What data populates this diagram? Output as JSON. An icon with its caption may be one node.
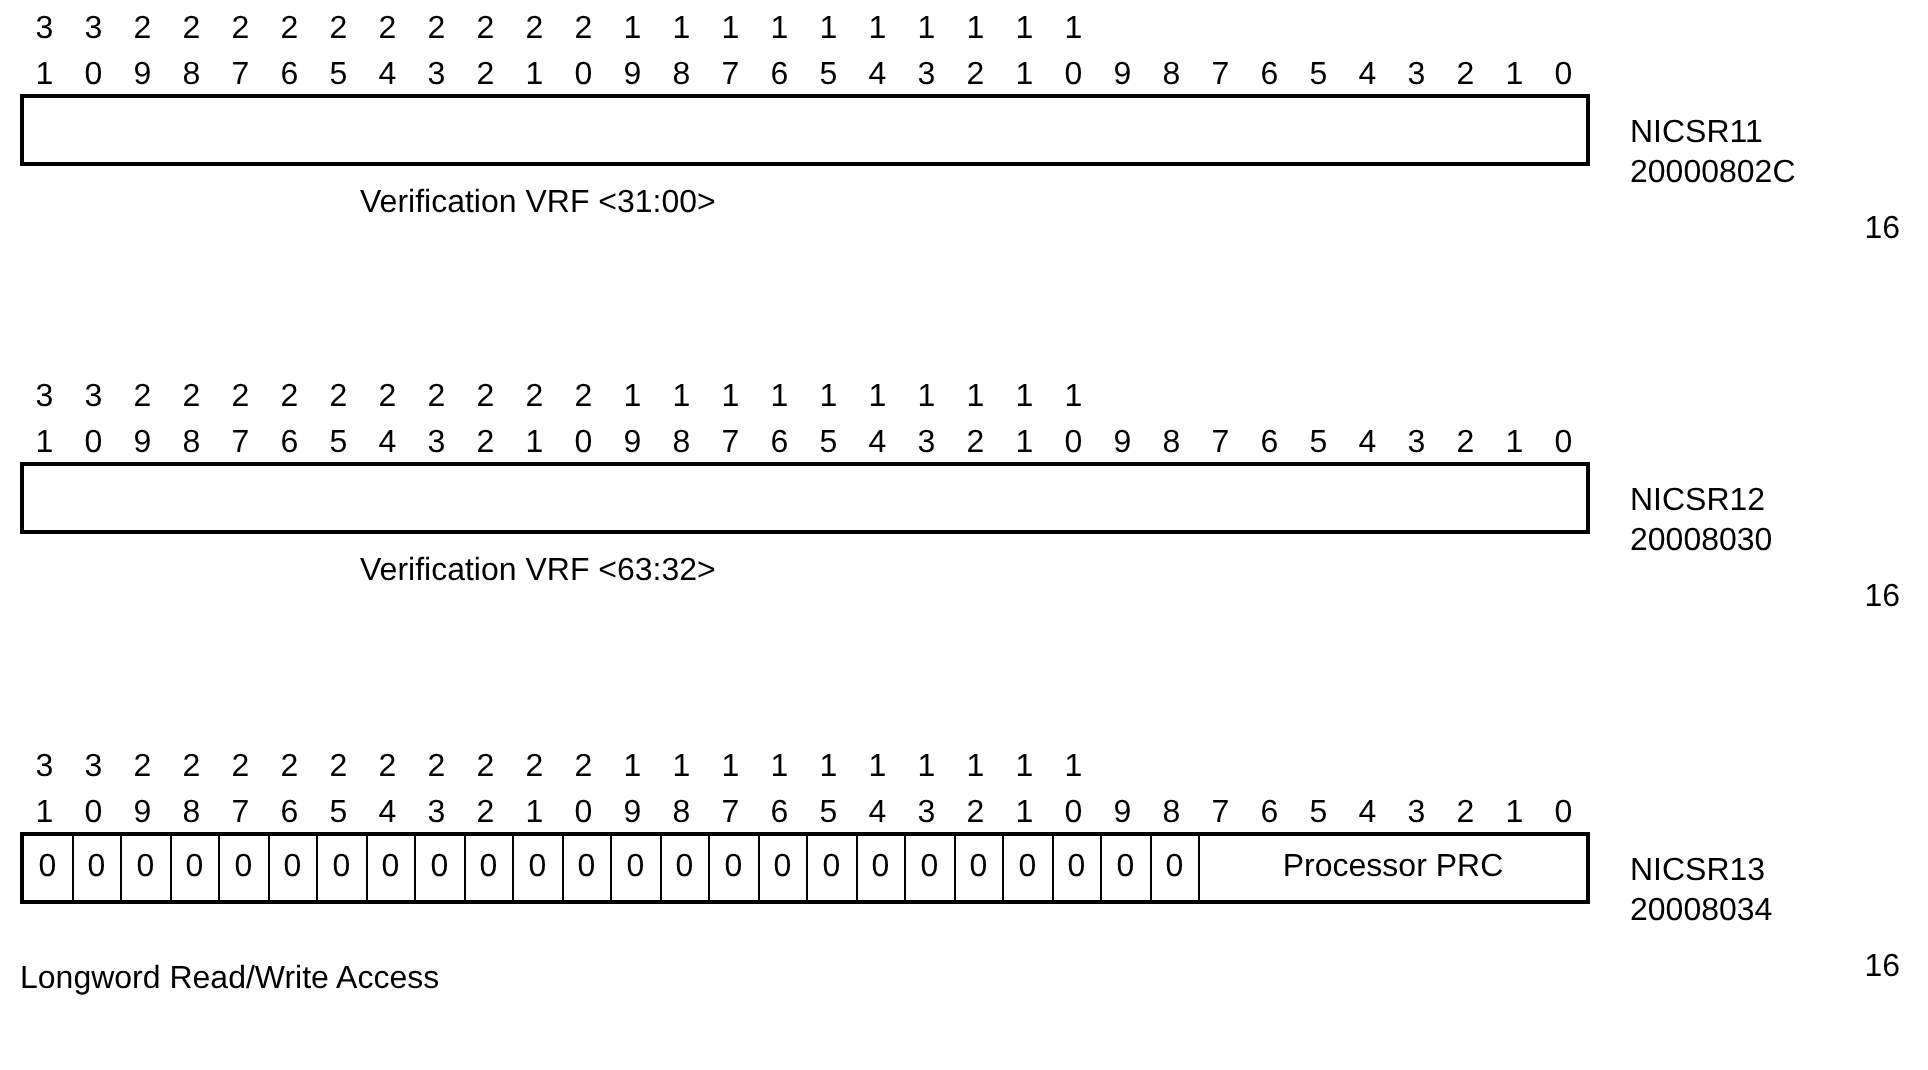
{
  "diagram": {
    "caption": "Longword Read/Write Access",
    "nodes": [
      {
        "text": [],
        "shape": "box",
        "beside": [
          "NICSR11",
          "20000802C",
          "Verification VRF <31:00>",
          "16"
        ]
      },
      {
        "text": [],
        "shape": "box",
        "beside": [
          "NICSR12",
          "20008030",
          "Verification VRF <63:32>",
          "16"
        ]
      },
      {
        "text": [],
        "shape": "box",
        "beside": [
          "NICSR13",
          "20008034",
          "16"
        ]
      },
      {
        "text": [
          "0"
        ],
        "in": 2
      },
      {
        "text": [
          "0"
        ],
        "in": 2
      },
      {
        "text": [
          "0"
        ],
        "in": 2
      },
      {
        "text": [
          "0"
        ],
        "in": 2
      },
      {
        "text": [
          "0"
        ],
        "in": 2
      },
      {
        "text": [
          "0"
        ],
        "in": 2
      },
      {
        "text": [
          "0"
        ],
        "in": 2
      },
      {
        "text": [
          "0"
        ],
        "in": 2
      },
      {
        "text": [
          "0"
        ],
        "in": 2
      },
      {
        "text": [
          "0"
        ],
        "in": 2
      },
      {
        "text": [
          "0"
        ],
        "in": 2
      },
      {
        "text": [
          "0"
        ],
        "in": 2
      },
      {
        "text": [
          "0"
        ],
        "in": 2
      },
      {
        "text": [
          "0"
        ],
        "in": 2
      },
      {
        "text": [
          "0"
        ],
        "in": 2
      },
      {
        "text": [
          "0"
        ],
        "in": 2
      },
      {
        "text": [
          "0"
        ],
        "in": 2
      },
      {
        "text": [
          "0"
        ],
        "in": 2
      },
      {
        "text": [
          "0"
        ],
        "in": 2
      },
      {
        "text": [
          "0"
        ],
        "in": 2
      },
      {
        "text": [
          "0"
        ],
        "in": 2
      },
      {
        "text": [
          "0"
        ],
        "in": 2
      },
      {
        "text": [
          "0"
        ],
        "in": 2
      },
      {
        "text": [
          "0"
        ],
        "in": 2
      },
      {
        "text": [
          "Processor PRC"
        ],
        "in": 2
      }
    ],
    "labels": [
      "3 3 2 2 2 2 2 2 2 2 2 2 1 1 1 1 1 1 1 1 1 1",
      "1 0 9 8 7 6 5 4 3 2 1 0 9 8 7 6 5 4 3 2 1 0 9 8 7 6 5 4 3 2 1 0",
      "3 3 2 2 2 2 2 2 2 2 2 2 1 1 1 1 1 1 1 1 1 1",
      "1 0 9 8 7 6 5 4 3 2 1 0 9 8 7 6 5 4 3 2 1 0 9 8 7 6 5 4 3 2 1 0",
      "3 3 2 2 2 2 2 2 2 2 2 2 1 1 1 1 1 1 1 1 1 1",
      "1 0 9 8 7 6 5 4 3 2 1 0 9 8 7 6 5 4 3 2 1 0 9 8 7 6 5 4 3 2 1 0"
    ]
  }
}
